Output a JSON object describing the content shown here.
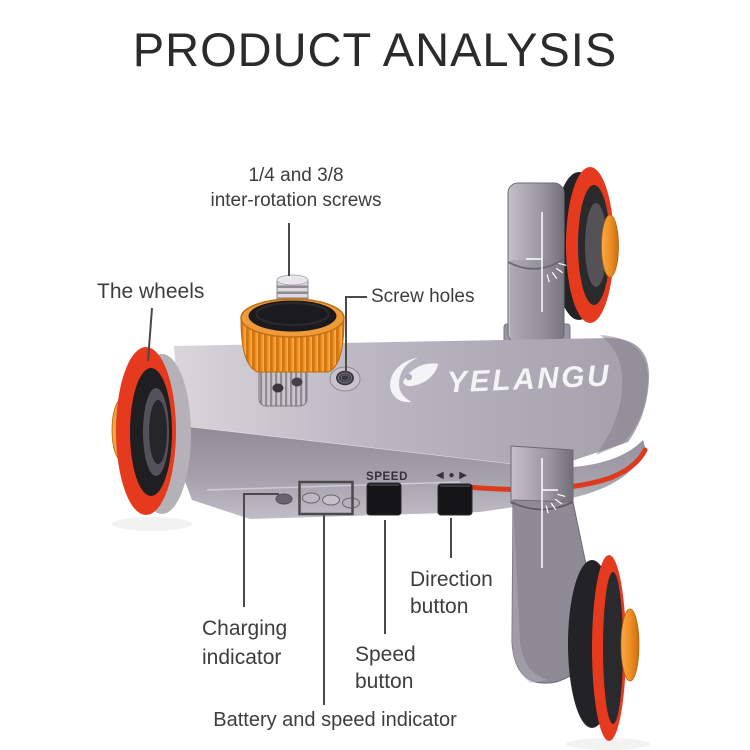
{
  "title": "PRODUCT ANALYSIS",
  "logo": {
    "text": "YELANGU",
    "icon": "leaf-eye-logo"
  },
  "device_markings": {
    "speed_button": "SPEED",
    "direction": "◀ ● ▶"
  },
  "labels": {
    "screws": {
      "line1": "1/4 and 3/8",
      "line2": "inter-rotation screws"
    },
    "wheels": "The wheels",
    "screw_holes": "Screw holes",
    "direction": {
      "line1": "Direction",
      "line2": "button"
    },
    "charging": {
      "line1": "Charging",
      "line2": "indicator"
    },
    "speed": {
      "line1": "Speed",
      "line2": "button"
    },
    "battery": "Battery and speed indicator"
  },
  "colors": {
    "tire_red": "#e63a1e",
    "hub_orange": "#ef8f25",
    "body_gray": "#a9a5b0",
    "annotation_gray": "#4a4a4a",
    "label_text": "#3d3d3d"
  }
}
